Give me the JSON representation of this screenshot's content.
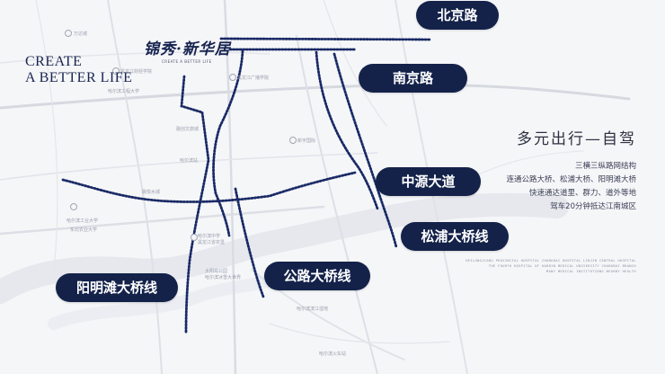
{
  "brand": {
    "name": "锦秀·新华居",
    "subtitle": "CREATE A BETTER LIFE"
  },
  "slogan": {
    "line1": "CREATE",
    "line2": "A BETTER LIFE"
  },
  "roads": {
    "beijing": "北京路",
    "nanjing": "南京路",
    "zhongyuan": "中源大道",
    "songpu": "松浦大桥线",
    "gonglu": "公路大桥线",
    "yangmingtan": "阳明滩大桥线"
  },
  "panel": {
    "heading": "多元出行—自驾",
    "lines": [
      "三横三纵路网结构",
      "连通公路大桥、松浦大桥、阳明滩大桥",
      "快速通达道里、群力、道外等地",
      "驾车20分钟抵达江南城区"
    ]
  },
  "fineprint": [
    "HEILONGJIANG PROVINCIAL HOSPITAL  CHANGHAI HOSPITAL  LINJIN CENTRAL HOSPITAL",
    "THE FOURTH HOSPITAL OF HARBIN MEDICAL UNIVERSITY CHANGBAI BRANCH",
    "MANY MEDICAL INSTITUTIONS NEARBY HEALTH"
  ],
  "map_labels": [
    "万达城",
    "黑龙江财经学院",
    "哈尔滨工程大学",
    "黑龙江广播学院",
    "融创文旅城",
    "新宇国际",
    "哈尔滨站",
    "融悦水城",
    "哈尔滨工业大学",
    "东北农业大学",
    "哈尔滨中学",
    "黑龙江省农垦",
    "太阳岛公园",
    "哈尔滨冰雪大世界",
    "哈尔滨滨江湿地",
    "哈尔滨火车站"
  ],
  "colors": {
    "navy": "#14224a",
    "route": "#1a2a66",
    "background": "#f5f6f8"
  }
}
